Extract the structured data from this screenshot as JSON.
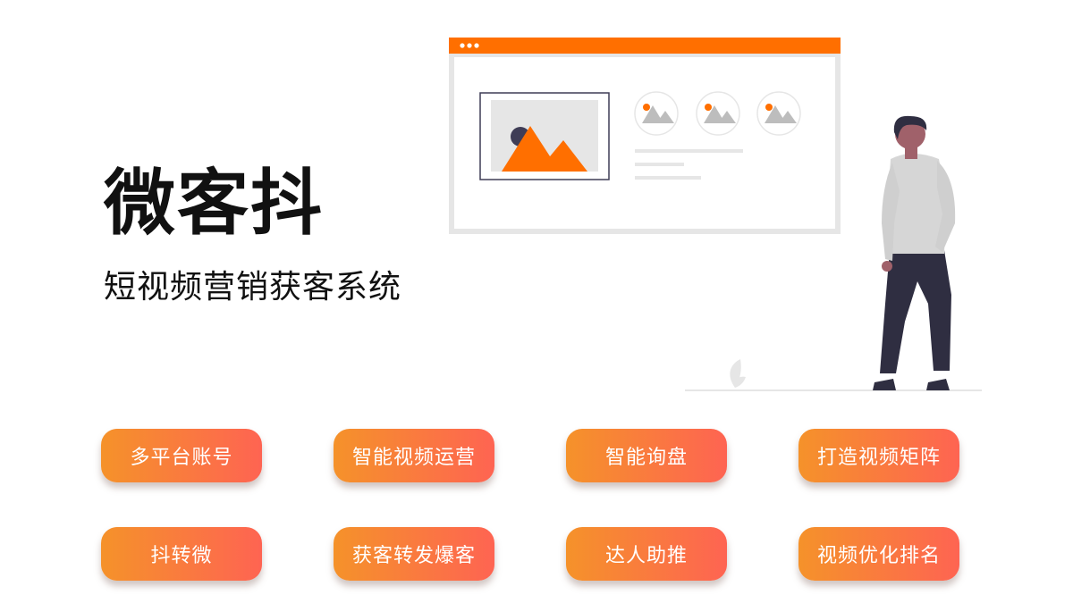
{
  "hero": {
    "title": "微客抖",
    "subtitle": "短视频营销获客系统"
  },
  "theme": {
    "accent": "#FF6F00",
    "button_gradient_start": "#F5922A",
    "button_gradient_end": "#FE6452",
    "dark": "#2F2E41",
    "light_gray": "#E6E6E6"
  },
  "features": [
    {
      "label": "多平台账号"
    },
    {
      "label": "智能视频运营"
    },
    {
      "label": "智能询盘"
    },
    {
      "label": "打造视频矩阵"
    },
    {
      "label": "抖转微"
    },
    {
      "label": "获客转发爆客"
    },
    {
      "label": "达人助推"
    },
    {
      "label": "视频优化排名"
    }
  ]
}
